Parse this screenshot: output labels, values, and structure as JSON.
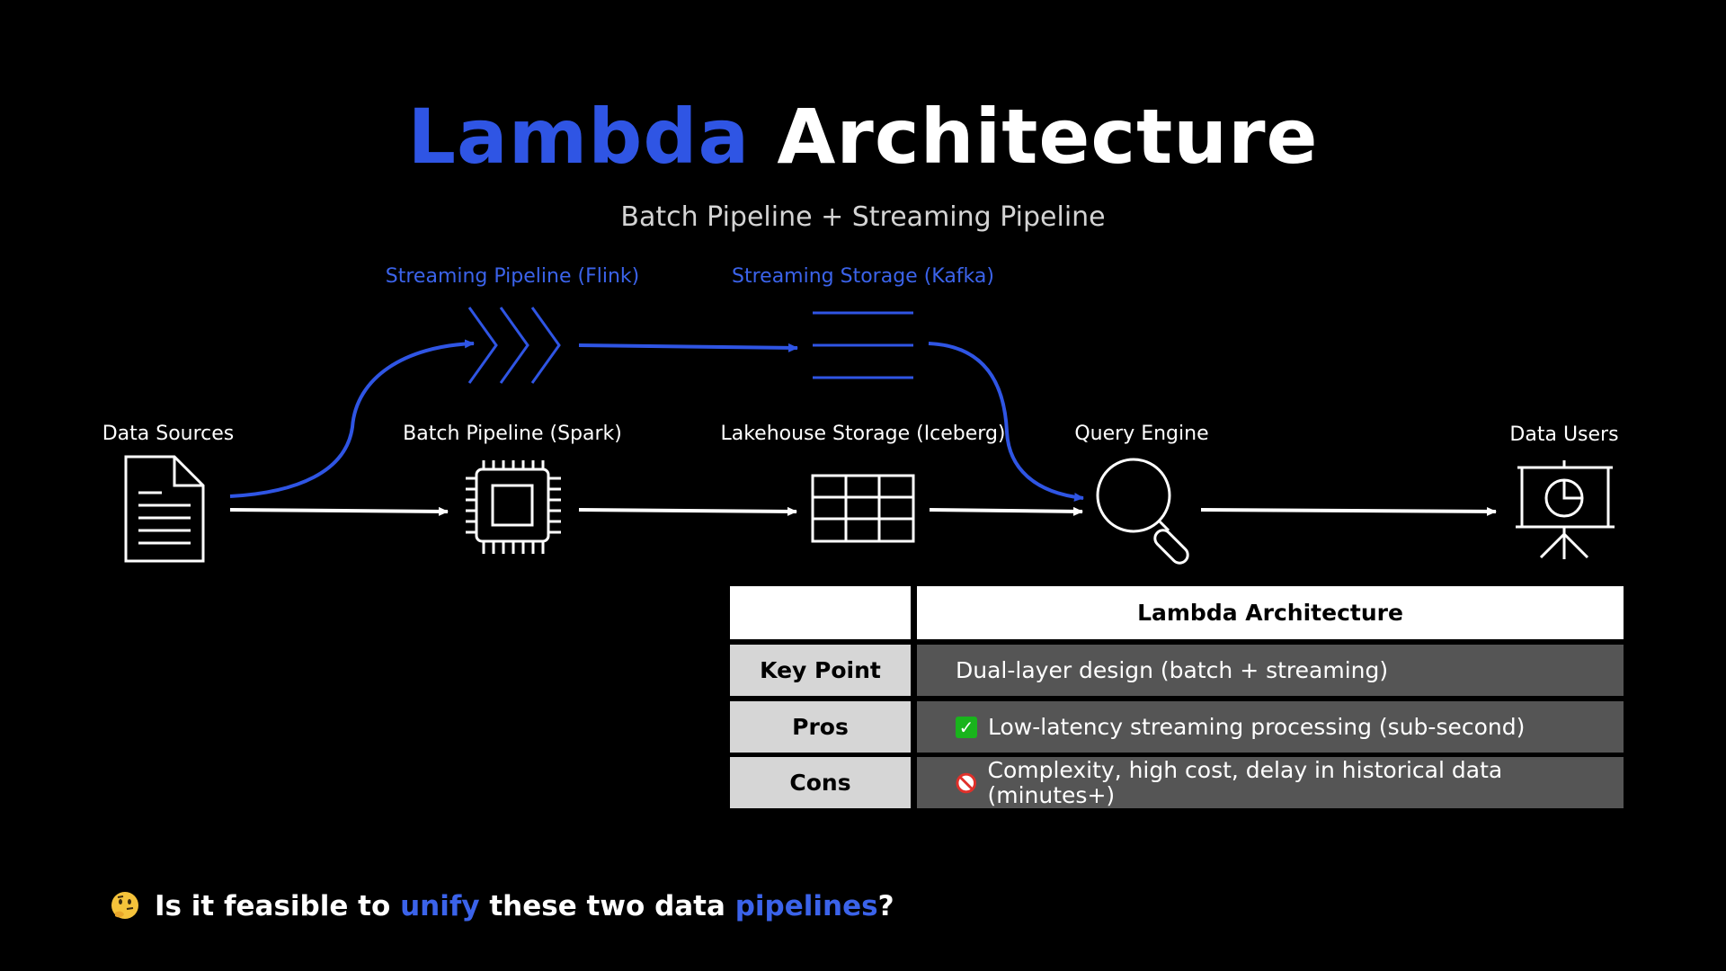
{
  "title": {
    "accent": "Lambda",
    "rest": " Architecture"
  },
  "subtitle": "Batch Pipeline + Streaming Pipeline",
  "nodes": {
    "streaming_pipeline": "Streaming Pipeline (Flink)",
    "streaming_storage": "Streaming Storage (Kafka)",
    "data_sources": "Data Sources",
    "batch_pipeline": "Batch Pipeline (Spark)",
    "lakehouse_storage": "Lakehouse Storage (Iceberg)",
    "query_engine": "Query Engine",
    "data_users": "Data Users"
  },
  "icons": {
    "data_sources": "document-icon",
    "batch_pipeline": "cpu-chip-icon",
    "lakehouse_storage": "table-grid-icon",
    "query_engine": "magnifier-icon",
    "data_users": "presentation-board-icon",
    "streaming_pipeline": "chevrons-icon",
    "streaming_storage": "queue-lines-icon"
  },
  "table": {
    "header": "Lambda Architecture",
    "rows": [
      {
        "label": "Key Point",
        "value": "Dual-layer design (batch + streaming)",
        "icon": ""
      },
      {
        "label": "Pros",
        "value": "Low-latency streaming processing (sub-second)",
        "icon": "check-icon"
      },
      {
        "label": "Cons",
        "value": "Complexity, high cost, delay in historical data (minutes+)",
        "icon": "no-entry-icon"
      }
    ]
  },
  "question": {
    "icon": "thinking-face-icon",
    "part1": "Is it feasible to ",
    "highlight1": "unify",
    "part2": " these two data ",
    "highlight2": "pipelines",
    "part3": "?"
  },
  "colors": {
    "background": "#000000",
    "accent": "#2f55e4",
    "stream": "#3b63ea",
    "table_header": "#ffffff",
    "table_label": "#d6d6d6",
    "table_value": "#555555"
  }
}
